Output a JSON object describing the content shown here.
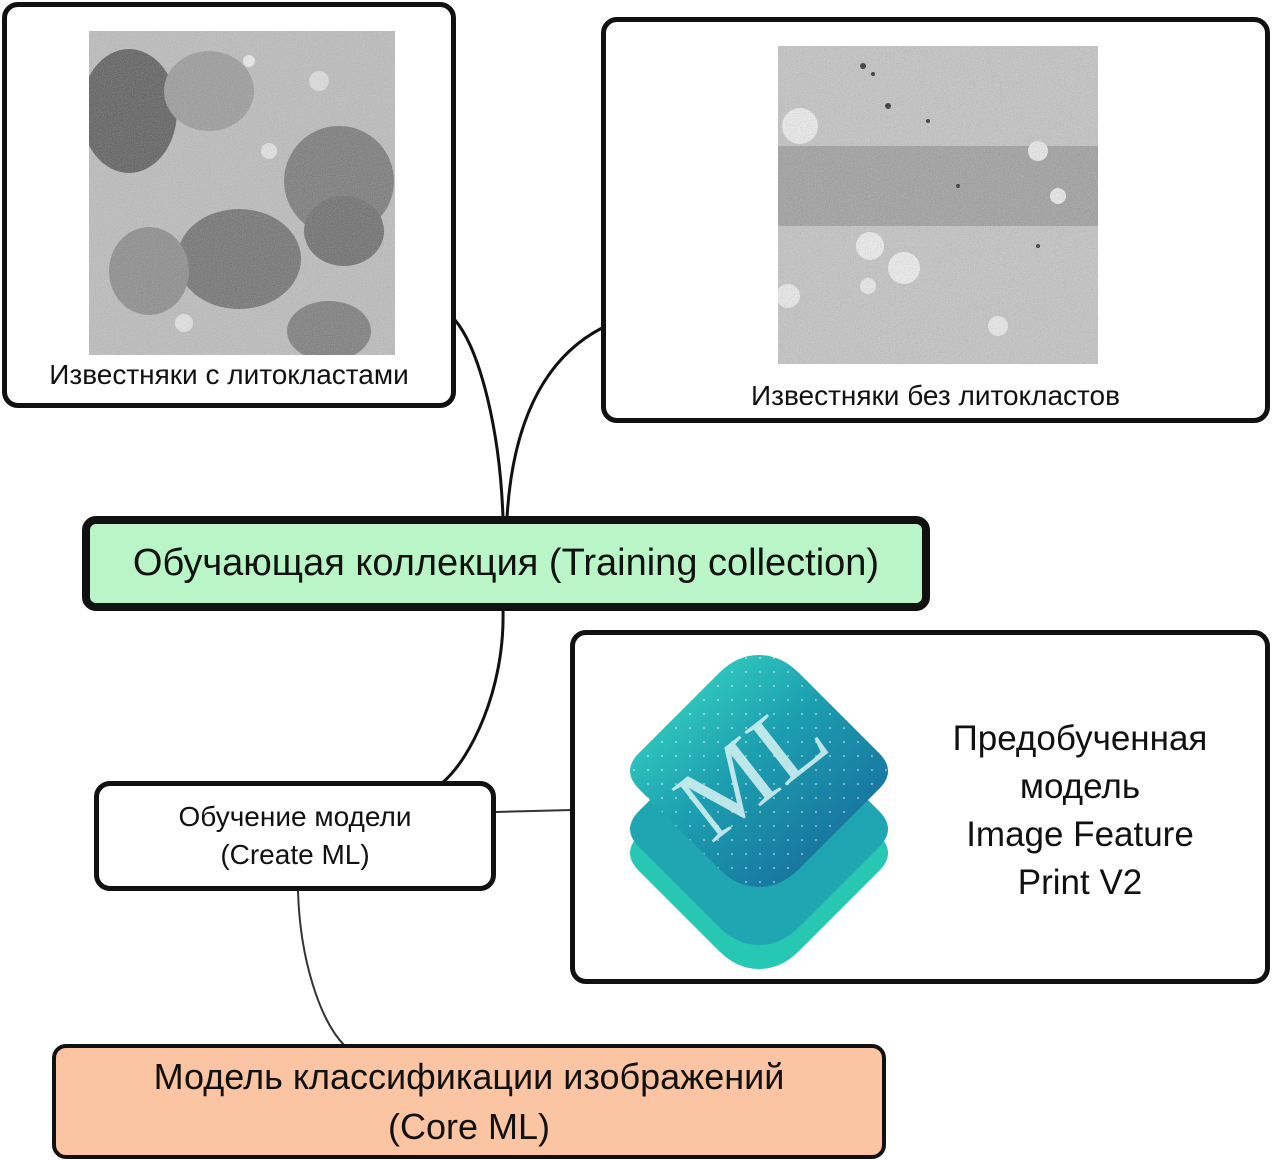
{
  "nodes": {
    "limestone_with": {
      "caption": "Известняки с литокластами"
    },
    "limestone_without": {
      "caption": "Известняки без литокластов"
    },
    "training": {
      "label": "Обучающая коллекция (Training collection)"
    },
    "create_ml": {
      "line1": "Обучение модели",
      "line2": "(Create ML)"
    },
    "pretrained": {
      "lines": [
        "Предобученная",
        "модель",
        "Image Feature",
        "Print V2"
      ],
      "logo_text": "ML"
    },
    "core_ml": {
      "line1": "Модель классификации изображений",
      "line2": "(Core ML)"
    }
  },
  "colors": {
    "training_fill": "#b9f5c6",
    "core_ml_fill": "#fbc4a2",
    "border": "#111111",
    "logo_top": "#1a9aa6",
    "logo_side": "#22c9b5"
  },
  "icons": {
    "logo": "create-ml-icon",
    "micrographs": "micrograph-image"
  }
}
